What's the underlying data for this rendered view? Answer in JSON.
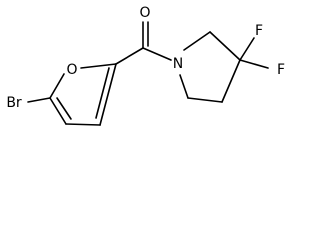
{
  "molecule": {
    "atoms": {
      "o_carbonyl": "O",
      "o_furan": "O",
      "bromine": "Br",
      "nitrogen": "N",
      "fluorine_1": "F",
      "fluorine_2": "F"
    }
  }
}
